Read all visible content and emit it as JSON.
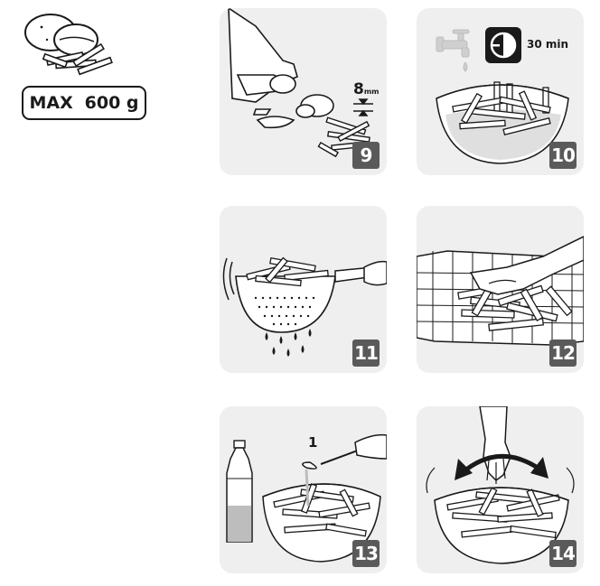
{
  "max_weight": {
    "label": "MAX",
    "value": "600 g"
  },
  "steps": [
    {
      "number": "9",
      "illustration": "cutting-potatoes",
      "thickness_value": "8",
      "thickness_unit": "mm"
    },
    {
      "number": "10",
      "illustration": "soaking-in-water",
      "timer_icon": "timer-icon",
      "duration": "30 min"
    },
    {
      "number": "11",
      "illustration": "draining-in-colander"
    },
    {
      "number": "12",
      "illustration": "drying-on-towel"
    },
    {
      "number": "13",
      "illustration": "adding-oil",
      "spoon_count": "1"
    },
    {
      "number": "14",
      "illustration": "mixing-by-hand"
    }
  ],
  "colors": {
    "panel_background": "#efefef",
    "step_badge": "#5a5a5a",
    "line_art": "#1a1a1a"
  }
}
